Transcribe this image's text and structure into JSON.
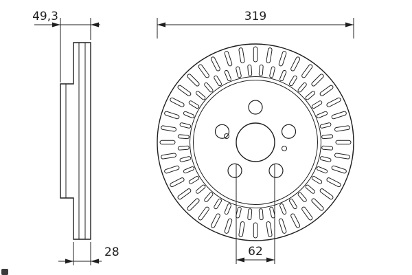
{
  "dimensions": {
    "overall_width": "49,3",
    "outer_diameter": "319",
    "thickness": "28",
    "center_bore": "62"
  },
  "front_view": {
    "outer_slot_count": 40,
    "inner_slot_count": 40,
    "bolt_hole_count": 5,
    "pin_hole_count": 2
  },
  "colors": {
    "line": "#1f1f1f",
    "background": "#ffffff"
  }
}
